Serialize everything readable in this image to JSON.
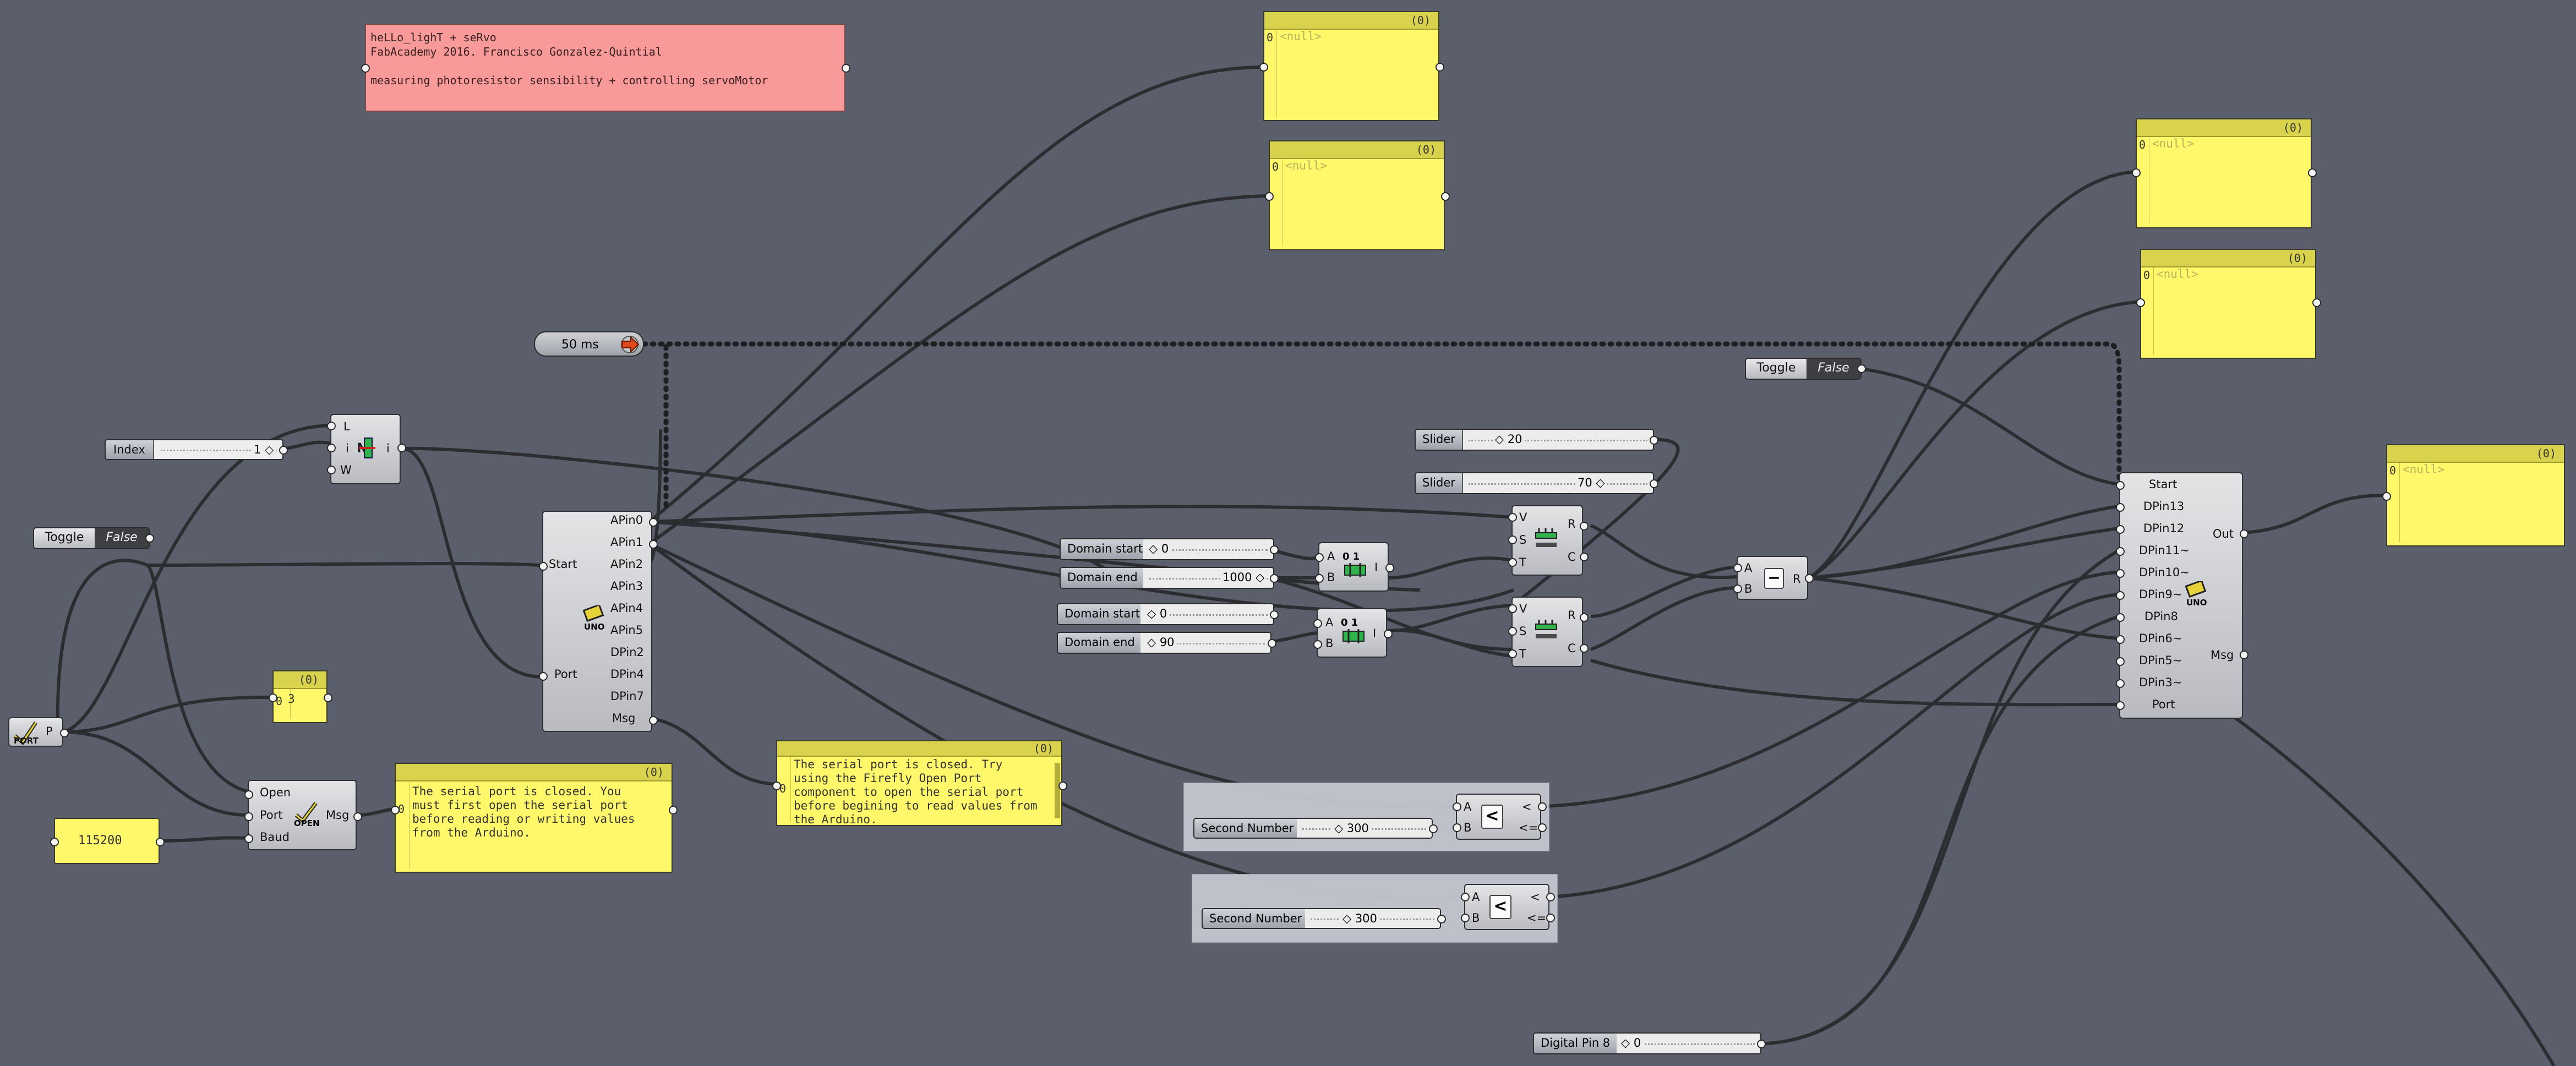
{
  "notes": {
    "line1": "heLLo_lighT + seRvo",
    "line2": "FabAcademy 2016. Francisco Gonzalez-Quintial",
    "line3": "measuring photoresistor sensibility + controlling servoMotor"
  },
  "timer": {
    "label": "50 ms"
  },
  "index_slider": {
    "label": "Index",
    "value": "1 ◇"
  },
  "toggle_start": {
    "label": "Toggle",
    "value": "False"
  },
  "toggle_right": {
    "label": "Toggle",
    "value": "False"
  },
  "list_item": {
    "inputs": [
      "L",
      "i",
      "W"
    ],
    "output": "i",
    "icon_letter": "N"
  },
  "port_component": {
    "output": "P",
    "icon_text": "PORT"
  },
  "port_count_panel": {
    "header": "(0)",
    "index": "0",
    "value": "3"
  },
  "baud_panel": {
    "value": "115200"
  },
  "open_port": {
    "inputs": [
      "Open",
      "Port",
      "Baud"
    ],
    "output": "Msg",
    "icon_text": "OPEN"
  },
  "msg_panel_1": {
    "header": "(0)",
    "index": "0",
    "text": "The serial port is closed. You\nmust first open the serial port\nbefore reading or writing values\nfrom the Arduino."
  },
  "msg_panel_2": {
    "header": "(0)",
    "index": "0",
    "text": "The serial port is closed. Try\nusing the Firefly Open Port\ncomponent to open the serial port\nbefore begining to read values from\nthe Arduino."
  },
  "uno_read": {
    "inputs": [
      "Start",
      "Port"
    ],
    "outputs": [
      "APin0",
      "APin1",
      "APin2",
      "APin3",
      "APin4",
      "APin5",
      "DPin2",
      "DPin4",
      "DPin7",
      "Msg"
    ],
    "icon_text": "UNO"
  },
  "null_panels": [
    {
      "header": "(0)",
      "index": "0",
      "value": "<null>"
    },
    {
      "header": "(0)",
      "index": "0",
      "value": "<null>"
    },
    {
      "header": "(0)",
      "index": "0",
      "value": "<null>"
    },
    {
      "header": "(0)",
      "index": "0",
      "value": "<null>"
    },
    {
      "header": "(0)",
      "index": "0",
      "value": "<null>"
    }
  ],
  "domain1": {
    "start_label": "Domain start",
    "start_value": "◇ 0",
    "end_label": "Domain end",
    "end_value": "1000 ◇"
  },
  "domain2": {
    "start_label": "Domain start",
    "start_value": "◇ 0",
    "end_label": "Domain end",
    "end_value": "◇ 90"
  },
  "construct_domain": {
    "inputs": [
      "A",
      "B"
    ],
    "output": "I",
    "icon_text": "0 1"
  },
  "sliders": [
    {
      "label": "Slider",
      "value": "◇ 20"
    },
    {
      "label": "Slider",
      "value": "70 ◇"
    }
  ],
  "remap": {
    "inputs": [
      "V",
      "S",
      "T"
    ],
    "outputs": [
      "R",
      "C"
    ]
  },
  "subtract": {
    "inputs": [
      "A",
      "B"
    ],
    "output": "R",
    "symbol": "−"
  },
  "compare": {
    "inputs": [
      "A",
      "B"
    ],
    "outputs": [
      "<",
      "<="
    ],
    "symbol": "<"
  },
  "second_number_1": {
    "label": "Second Number",
    "value": "◇ 300"
  },
  "second_number_2": {
    "label": "Second Number",
    "value": "◇ 300"
  },
  "digital_pin": {
    "label": "Digital Pin 8",
    "value": "◇ 0"
  },
  "uno_write": {
    "inputs": [
      "Start",
      "DPin13",
      "DPin12",
      "DPin11~",
      "DPin10~",
      "DPin9~",
      "DPin8",
      "DPin6~",
      "DPin5~",
      "DPin3~",
      "Port"
    ],
    "outputs": [
      "Out",
      "Msg"
    ],
    "icon_text": "UNO"
  },
  "colors": {
    "canvas": "#5a5f6b",
    "panel": "#fff86a",
    "notes": "#f99a9a",
    "wire": "#2b2d31"
  }
}
